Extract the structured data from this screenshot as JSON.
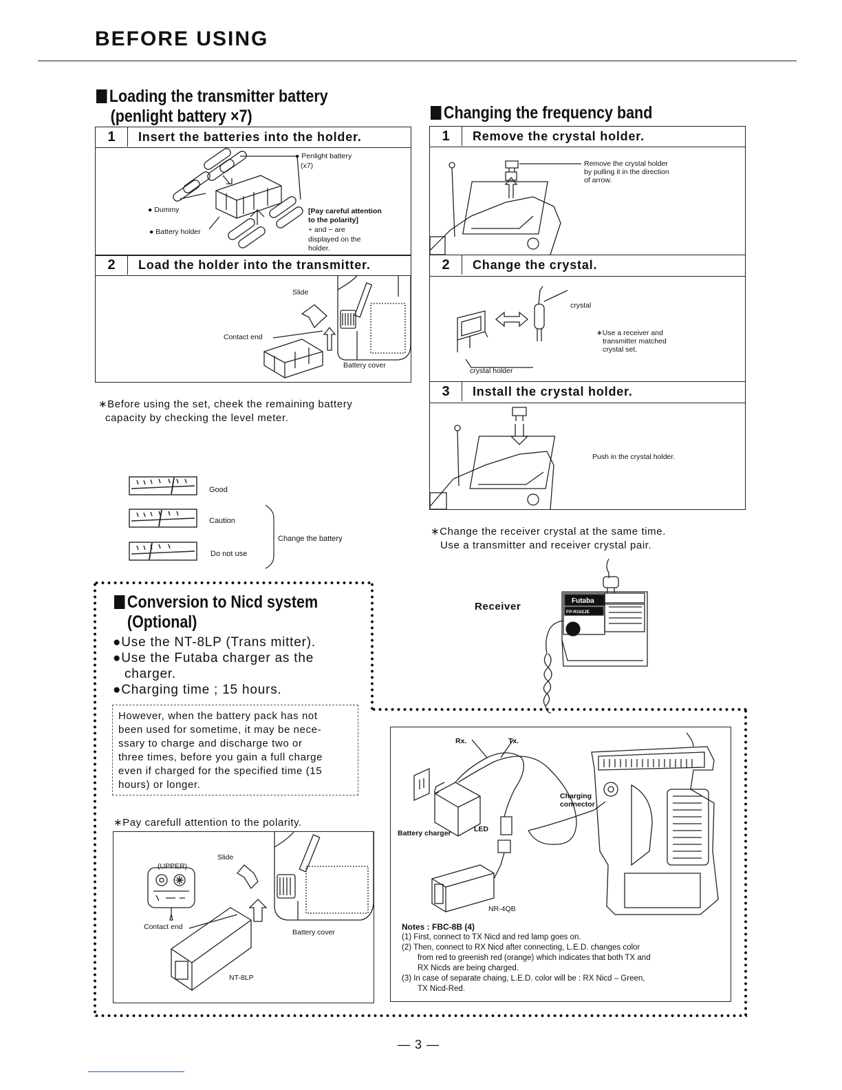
{
  "page": {
    "title": "BEFORE USING",
    "page_number": "— 3 —"
  },
  "loading": {
    "heading_line1": "Loading the transmitter battery",
    "heading_line2": "(penlight battery ×7)",
    "step1": {
      "number": "1",
      "text": "Insert the batteries into the holder.",
      "label_penlight": "Penlight battery",
      "label_penlight_count": "(x7)",
      "label_dummy": "Dummy",
      "label_battery_holder": "Battery holder",
      "label_polarity_1": "[Pay careful attention",
      "label_polarity_2": "to the polarity]",
      "label_polarity_3": "+ and − are",
      "label_polarity_4": "displayed on the",
      "label_polarity_5": "holder."
    },
    "step2": {
      "number": "2",
      "text": "Load the holder into the transmitter.",
      "label_slide": "Slide",
      "label_contact_end": "Contact end",
      "label_battery_cover": "Battery cover"
    },
    "note_line1": "∗Before using the set, cheek the remaining battery",
    "note_line2": "capacity by checking the level meter.",
    "meter": {
      "good": "Good",
      "caution": "Caution",
      "do_not_use": "Do not use",
      "change_battery": "Change the battery"
    }
  },
  "frequency": {
    "heading": "Changing the frequency band",
    "step1": {
      "number": "1",
      "text": "Remove the crystal holder.",
      "label_1": "Remove the crystal holder",
      "label_2": "by pulling it in the direction",
      "label_3": "of arrow."
    },
    "step2": {
      "number": "2",
      "text": "Change the crystal.",
      "label_crystal": "crystal",
      "label_crystal_holder": "crystal holder",
      "label_note_1": "∗Use a receiver and",
      "label_note_2": "transmitter matched",
      "label_note_3": "crystal set."
    },
    "step3": {
      "number": "3",
      "text": "Install the crystal holder.",
      "label_push": "Push in the crystal holder."
    },
    "note_line1": "∗Change the receiver crystal at the same time.",
    "note_line2": "Use a transmitter and receiver crystal pair."
  },
  "nicd": {
    "heading_line1": "Conversion to Nicd system",
    "heading_line2": "(Optional)",
    "bullet1": "●Use the NT-8LP (Trans mitter).",
    "bullet2a": "●Use the Futaba charger as the",
    "bullet2b": "charger.",
    "bullet3": "●Charging time ; 15 hours.",
    "note": [
      "However, when the battery pack has not",
      "been used for sometime, it may be nece-",
      "ssary to charge and discharge two or",
      "three times, before you gain a full charge",
      "even if charged for the specified time (15",
      "hours) or longer."
    ],
    "polarity_note": "∗Pay carefull attention to the polarity.",
    "fig": {
      "label_upper": "(UPPER)",
      "label_slide": "Slide",
      "label_contact_end": "Contact end",
      "label_battery_cover": "Battery cover",
      "label_nt8lp": "NT-8LP"
    },
    "receiver_label": "Receiver",
    "receiver_brand": "Futaba",
    "receiver_model": "FP-R102JE",
    "charger": {
      "label_rx": "Rx.",
      "label_tx": "Tx.",
      "label_charging_1": "Charging",
      "label_charging_2": "connector",
      "label_battery_charger": "Battery charger",
      "label_led": "LED",
      "label_nr4qb": "NR-4QB",
      "notes_title": "Notes : FBC-8B (4)",
      "notes": [
        "(1) First, connect to TX Nicd and red lamp goes on.",
        "(2) Then, connect to RX Nicd after connecting, L.E.D. changes color",
        "from red to greenish red (orange) which indicates that both TX and",
        "RX Nicds are being charged.",
        "(3) In case of separate chaing, L.E.D. color will be : RX Nicd – Green,",
        "TX Nicd-Red."
      ]
    }
  }
}
